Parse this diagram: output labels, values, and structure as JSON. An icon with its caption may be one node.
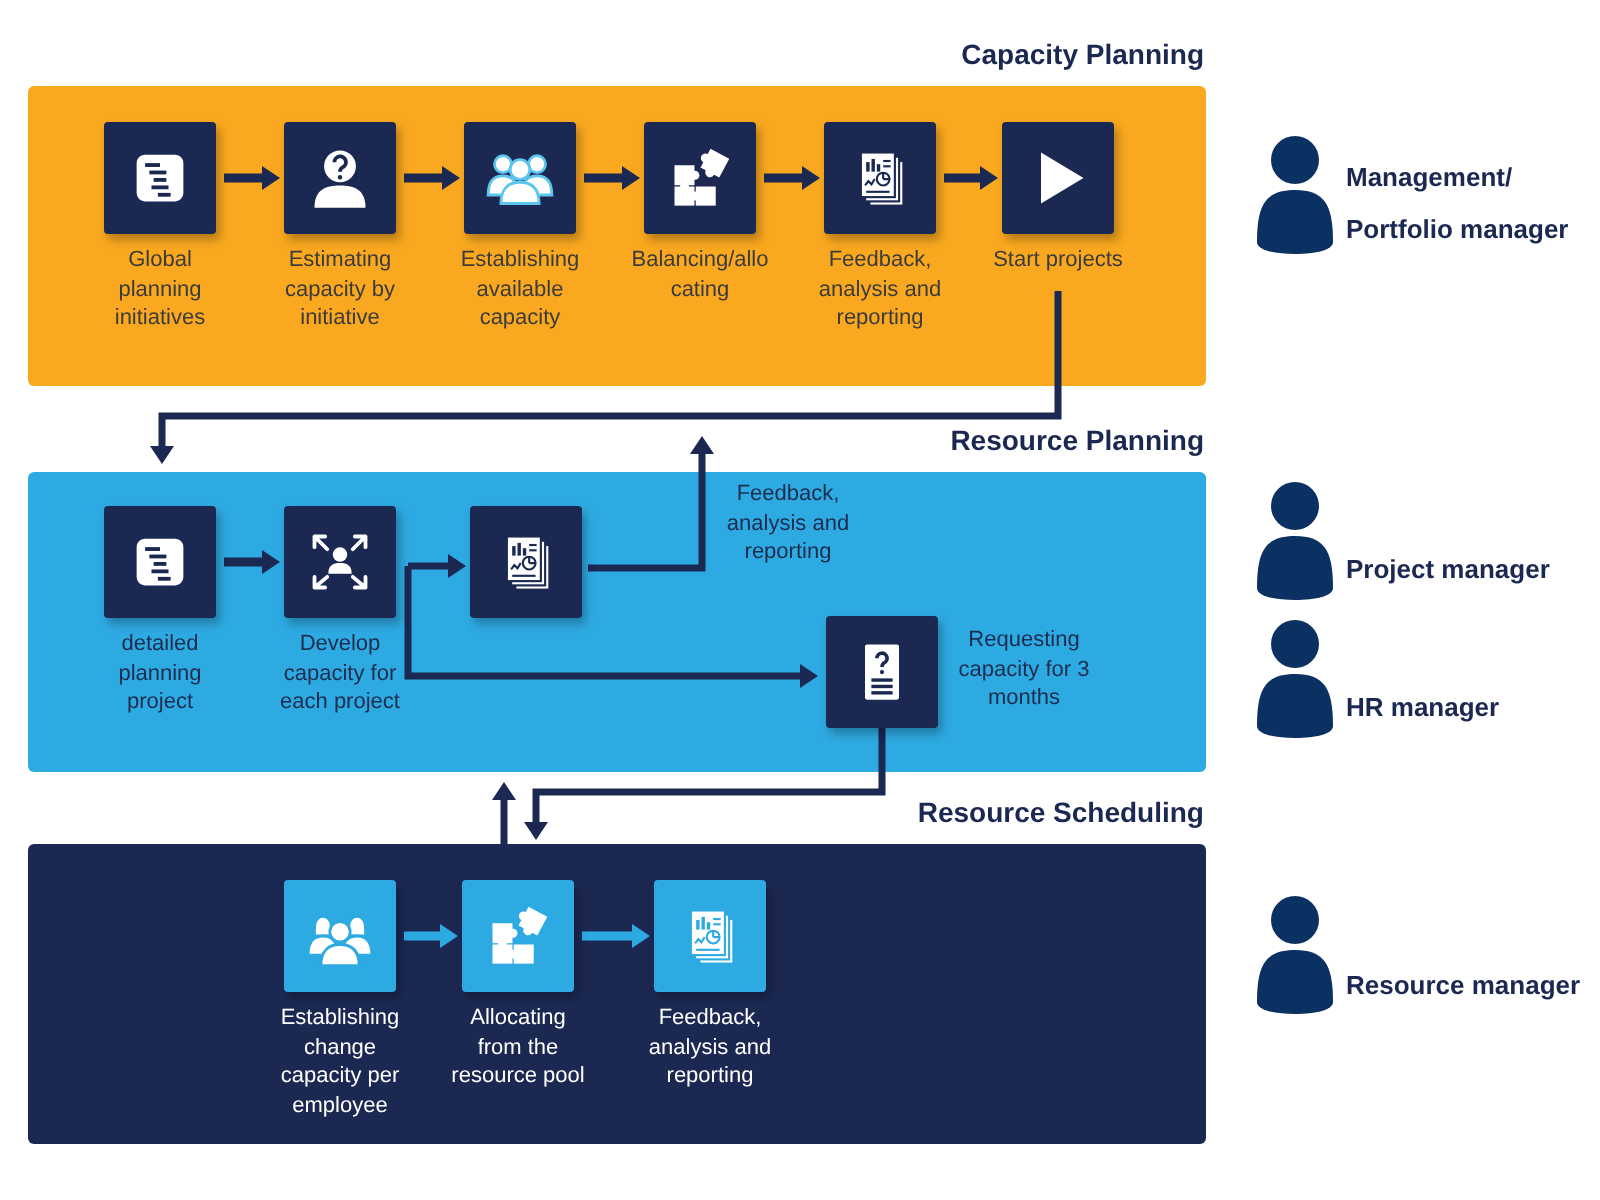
{
  "diagram": {
    "nodes": [
      {
        "text": [
          "Capacity Planning"
        ]
      },
      {
        "text": [
          "Global planning initiatives"
        ],
        "in": 0
      },
      {
        "text": [
          "Estimating capacity by initiative"
        ],
        "in": 0
      },
      {
        "text": [
          "Establishing available capacity"
        ],
        "in": 0
      },
      {
        "text": [
          "Balancing/allo cating"
        ],
        "in": 0
      },
      {
        "text": [
          "Feedback, analysis and reporting"
        ],
        "in": 0
      },
      {
        "text": [
          "Start projects"
        ],
        "in": 0
      },
      {
        "text": [
          "Resource Planning"
        ]
      },
      {
        "text": [
          "detailed planning project"
        ],
        "in": 7
      },
      {
        "text": [
          "Develop capacity for each project"
        ],
        "in": 7
      },
      {
        "text": [],
        "shape": "box",
        "in": 7
      },
      {
        "text": [],
        "shape": "box",
        "beside": [
          "Requesting capacity for 3 months"
        ],
        "in": 7
      },
      {
        "text": [
          "Resource Scheduling"
        ]
      },
      {
        "text": [
          "Establishing change capacity per employee"
        ],
        "in": 12
      },
      {
        "text": [
          "Allocating from the resource pool"
        ],
        "in": 12
      },
      {
        "text": [
          "Feedback, analysis and reporting"
        ],
        "in": 12
      }
    ],
    "edges": [
      {
        "from": 1,
        "to": 2,
        "arrow": "to"
      },
      {
        "from": 2,
        "to": 3,
        "arrow": "to"
      },
      {
        "from": 3,
        "to": 4,
        "arrow": "to"
      },
      {
        "from": 4,
        "to": 5,
        "arrow": "to"
      },
      {
        "from": 5,
        "to": 6,
        "arrow": "to"
      },
      {
        "from": 6,
        "to": 7,
        "arrow": "to"
      },
      {
        "from": 8,
        "to": 9,
        "arrow": "to"
      },
      {
        "from": 9,
        "to": 10,
        "arrow": "to"
      },
      {
        "from": 10,
        "to": null,
        "arrow": "to",
        "label": "Feedback, analysis and reporting"
      },
      {
        "from": 9,
        "to": 11,
        "arrow": "to"
      },
      {
        "from": 11,
        "to": 12,
        "arrow": "to"
      },
      {
        "from": 12,
        "to": 7,
        "arrow": "to"
      },
      {
        "from": 13,
        "to": 14,
        "arrow": "to",
        "color": "#2eaae2"
      },
      {
        "from": 14,
        "to": 15,
        "arrow": "to",
        "color": "#2eaae2"
      }
    ],
    "labels": [
      "Management/ Portfolio manager",
      "Project manager",
      "HR manager",
      "Resource manager"
    ]
  }
}
